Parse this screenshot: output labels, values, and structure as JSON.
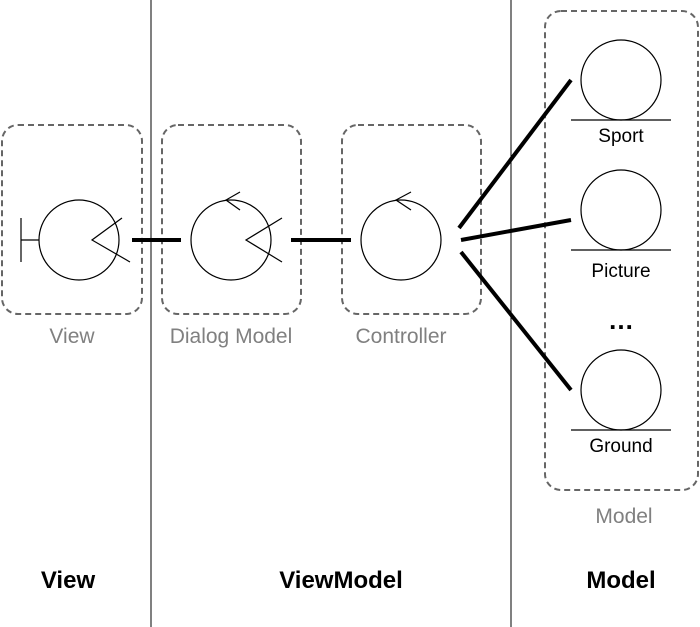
{
  "columns": {
    "view": "View",
    "viewmodel": "ViewModel",
    "model": "Model"
  },
  "groups": {
    "view": "View",
    "dialog_model": "Dialog Model",
    "controller": "Controller",
    "model": "Model"
  },
  "entities": {
    "sport": "Sport",
    "picture": "Picture",
    "ellipsis": "…",
    "ground": "Ground"
  },
  "colors": {
    "line": "#000000",
    "dashed_border": "#666666",
    "group_label": "#808080"
  }
}
